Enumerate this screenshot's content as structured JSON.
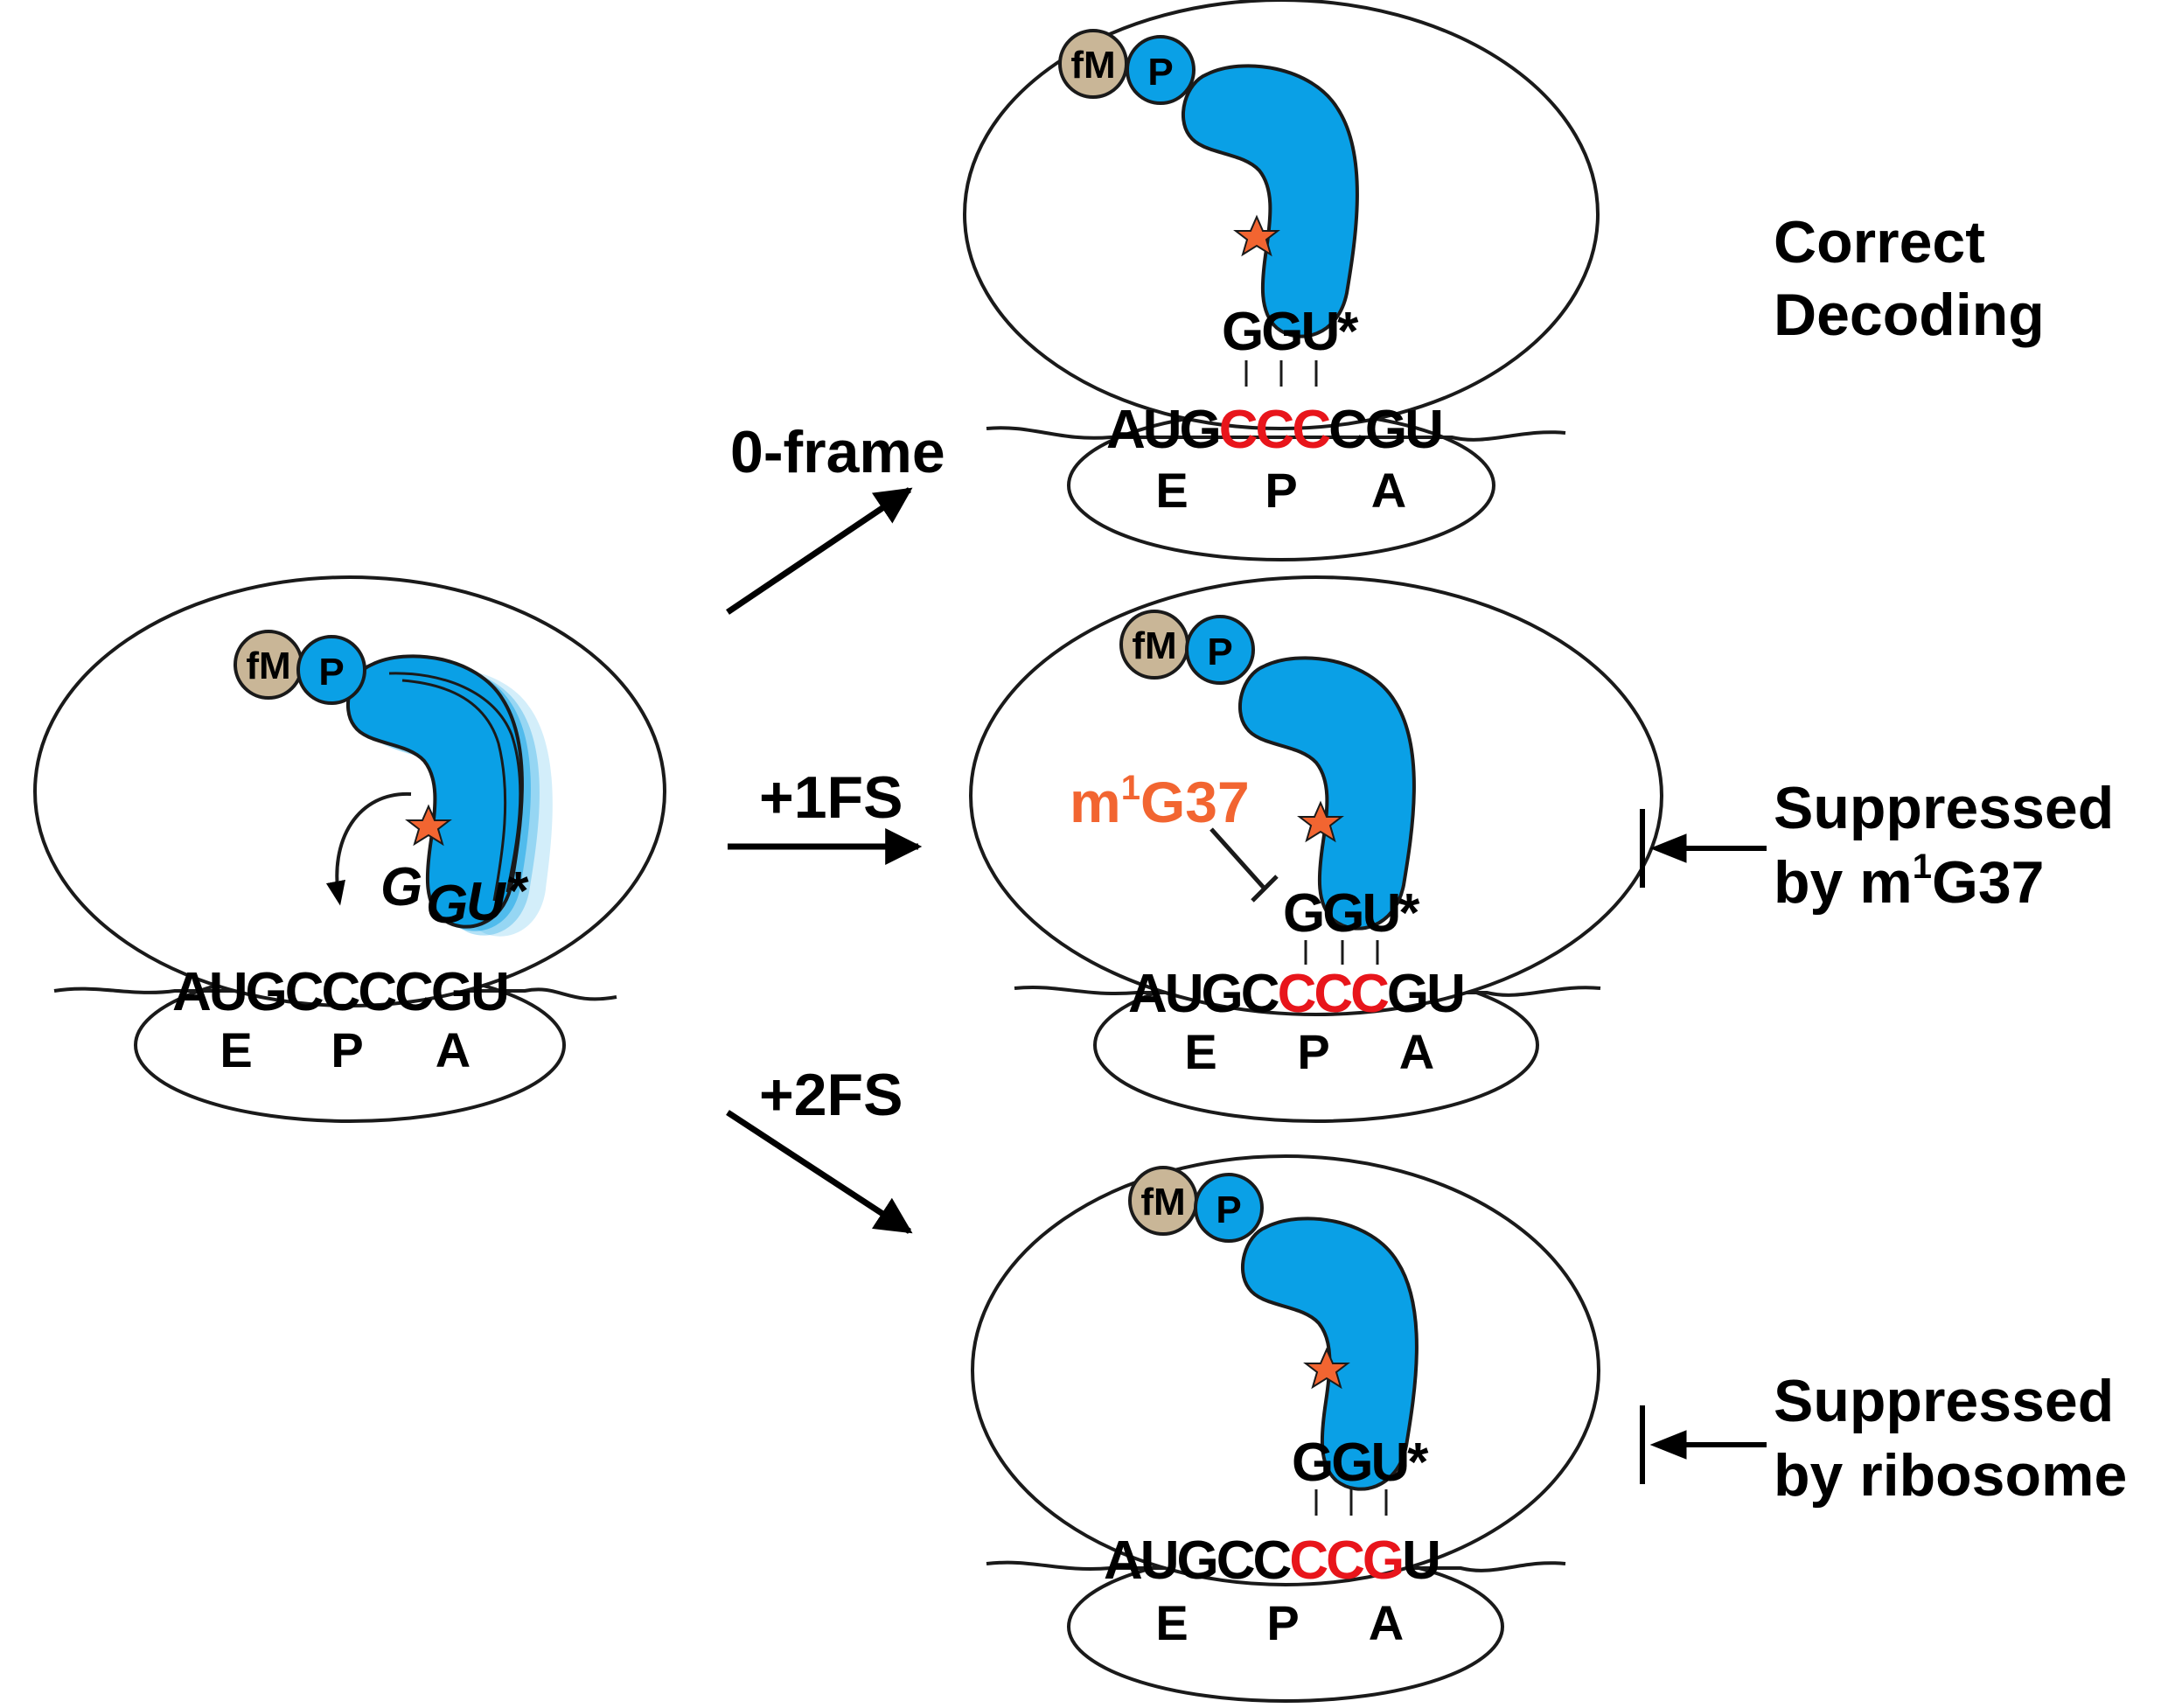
{
  "colors": {
    "trna_blue": "#0aa0e6",
    "peptide_tan": "#c9b697",
    "star_orange": "#f26531",
    "codon_red": "#e8151b",
    "m1g37_orange": "#f26531",
    "outline": "#1a1a1a"
  },
  "icons": {
    "star": "star-modification-icon",
    "peptide": "peptide-bead-icon",
    "block": "inhibition-bar-icon"
  },
  "tags": {
    "fm": "fM",
    "p": "P"
  },
  "sites": {
    "e": "E",
    "p": "P",
    "a": "A"
  },
  "initial": {
    "anticodon": "GGU*",
    "mrna": "AUGCCCCGU",
    "mrna_parts": {
      "pre": "AUGCCCCGU",
      "red": "",
      "post": ""
    }
  },
  "transitions": {
    "zero_frame": "0-frame",
    "plus1": "+1FS",
    "plus2": "+2FS"
  },
  "outcomes": {
    "zero_frame": {
      "anticodon": "GGU*",
      "mrna_parts": {
        "pre": "AUG",
        "red": "CCC",
        "post": "CGU"
      },
      "label_line1": "Correct",
      "label_line2": "Decoding"
    },
    "plus1": {
      "anticodon": "GGU*",
      "mrna_parts": {
        "pre": "AUGC",
        "red": "CCC",
        "post": "GU"
      },
      "modification": {
        "m": "m",
        "sup": "1",
        "rest": "G37"
      },
      "label_line1": "Suppressed",
      "label_line2_pre": "by m",
      "label_line2_sup": "1",
      "label_line2_post": "G37"
    },
    "plus2": {
      "anticodon": "GGU*",
      "mrna_parts": {
        "pre": "AUGCC",
        "red": "CCG",
        "post": "U"
      },
      "label_line1": "Suppressed",
      "label_line2": "by ribosome"
    }
  }
}
